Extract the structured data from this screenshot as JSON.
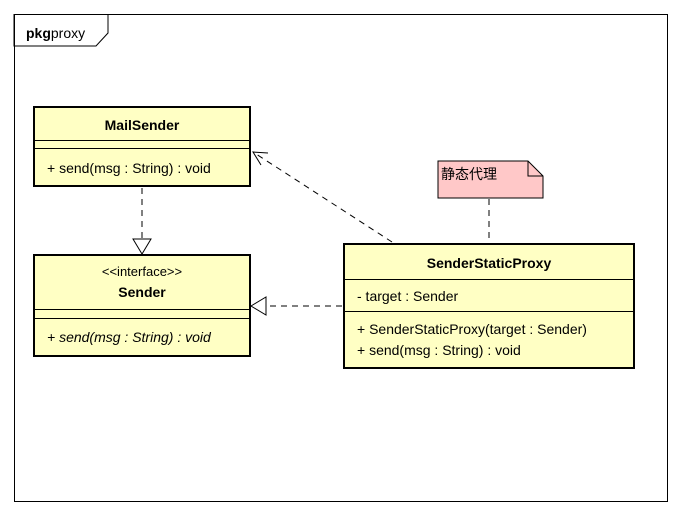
{
  "package": {
    "keyword": "pkg",
    "name": "proxy"
  },
  "classes": {
    "mail_sender": {
      "name": "MailSender",
      "operations": [
        "+ send(msg : String) : void"
      ]
    },
    "sender": {
      "stereotype": "<<interface>>",
      "name": "Sender",
      "operations": [
        "+ send(msg : String) : void"
      ]
    },
    "sender_static_proxy": {
      "name": "SenderStaticProxy",
      "attributes": [
        "- target : Sender"
      ],
      "operations": [
        "+ SenderStaticProxy(target : Sender)",
        "+ send(msg : String) : void"
      ]
    }
  },
  "note": {
    "text": "静态代理"
  },
  "colors": {
    "class_fill": "#ffffc4",
    "note_fill": "#ffc8c8",
    "line": "#000000"
  }
}
